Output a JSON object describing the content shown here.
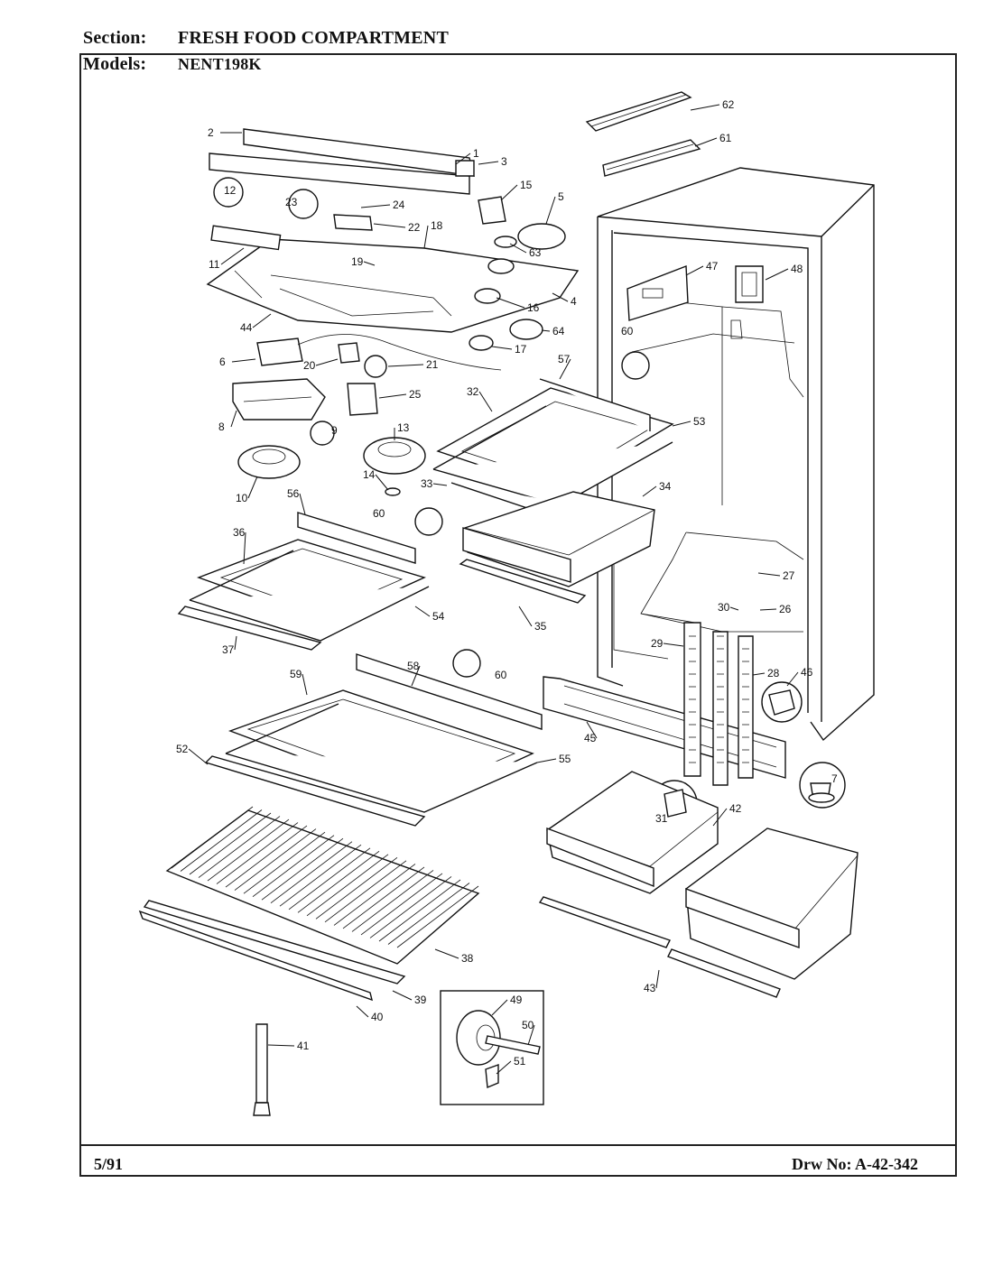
{
  "header": {
    "section_label": "Section:",
    "section_value": "FRESH FOOD COMPARTMENT",
    "models_label": "Models:",
    "models_value": "NENT198K"
  },
  "footer": {
    "date": "5/91",
    "drawing_number": "Drw No: A-42-342"
  },
  "callouts": [
    "1",
    "2",
    "3",
    "4",
    "5",
    "6",
    "7",
    "8",
    "9",
    "10",
    "11",
    "12",
    "13",
    "14",
    "15",
    "16",
    "17",
    "18",
    "19",
    "20",
    "21",
    "22",
    "23",
    "24",
    "25",
    "26",
    "27",
    "28",
    "29",
    "30",
    "31",
    "32",
    "33",
    "34",
    "35",
    "36",
    "37",
    "38",
    "39",
    "40",
    "41",
    "42",
    "43",
    "44",
    "45",
    "46",
    "47",
    "48",
    "49",
    "50",
    "51",
    "52",
    "53",
    "54",
    "55",
    "56",
    "57",
    "58",
    "59",
    "60",
    "61",
    "62",
    "63",
    "64"
  ]
}
